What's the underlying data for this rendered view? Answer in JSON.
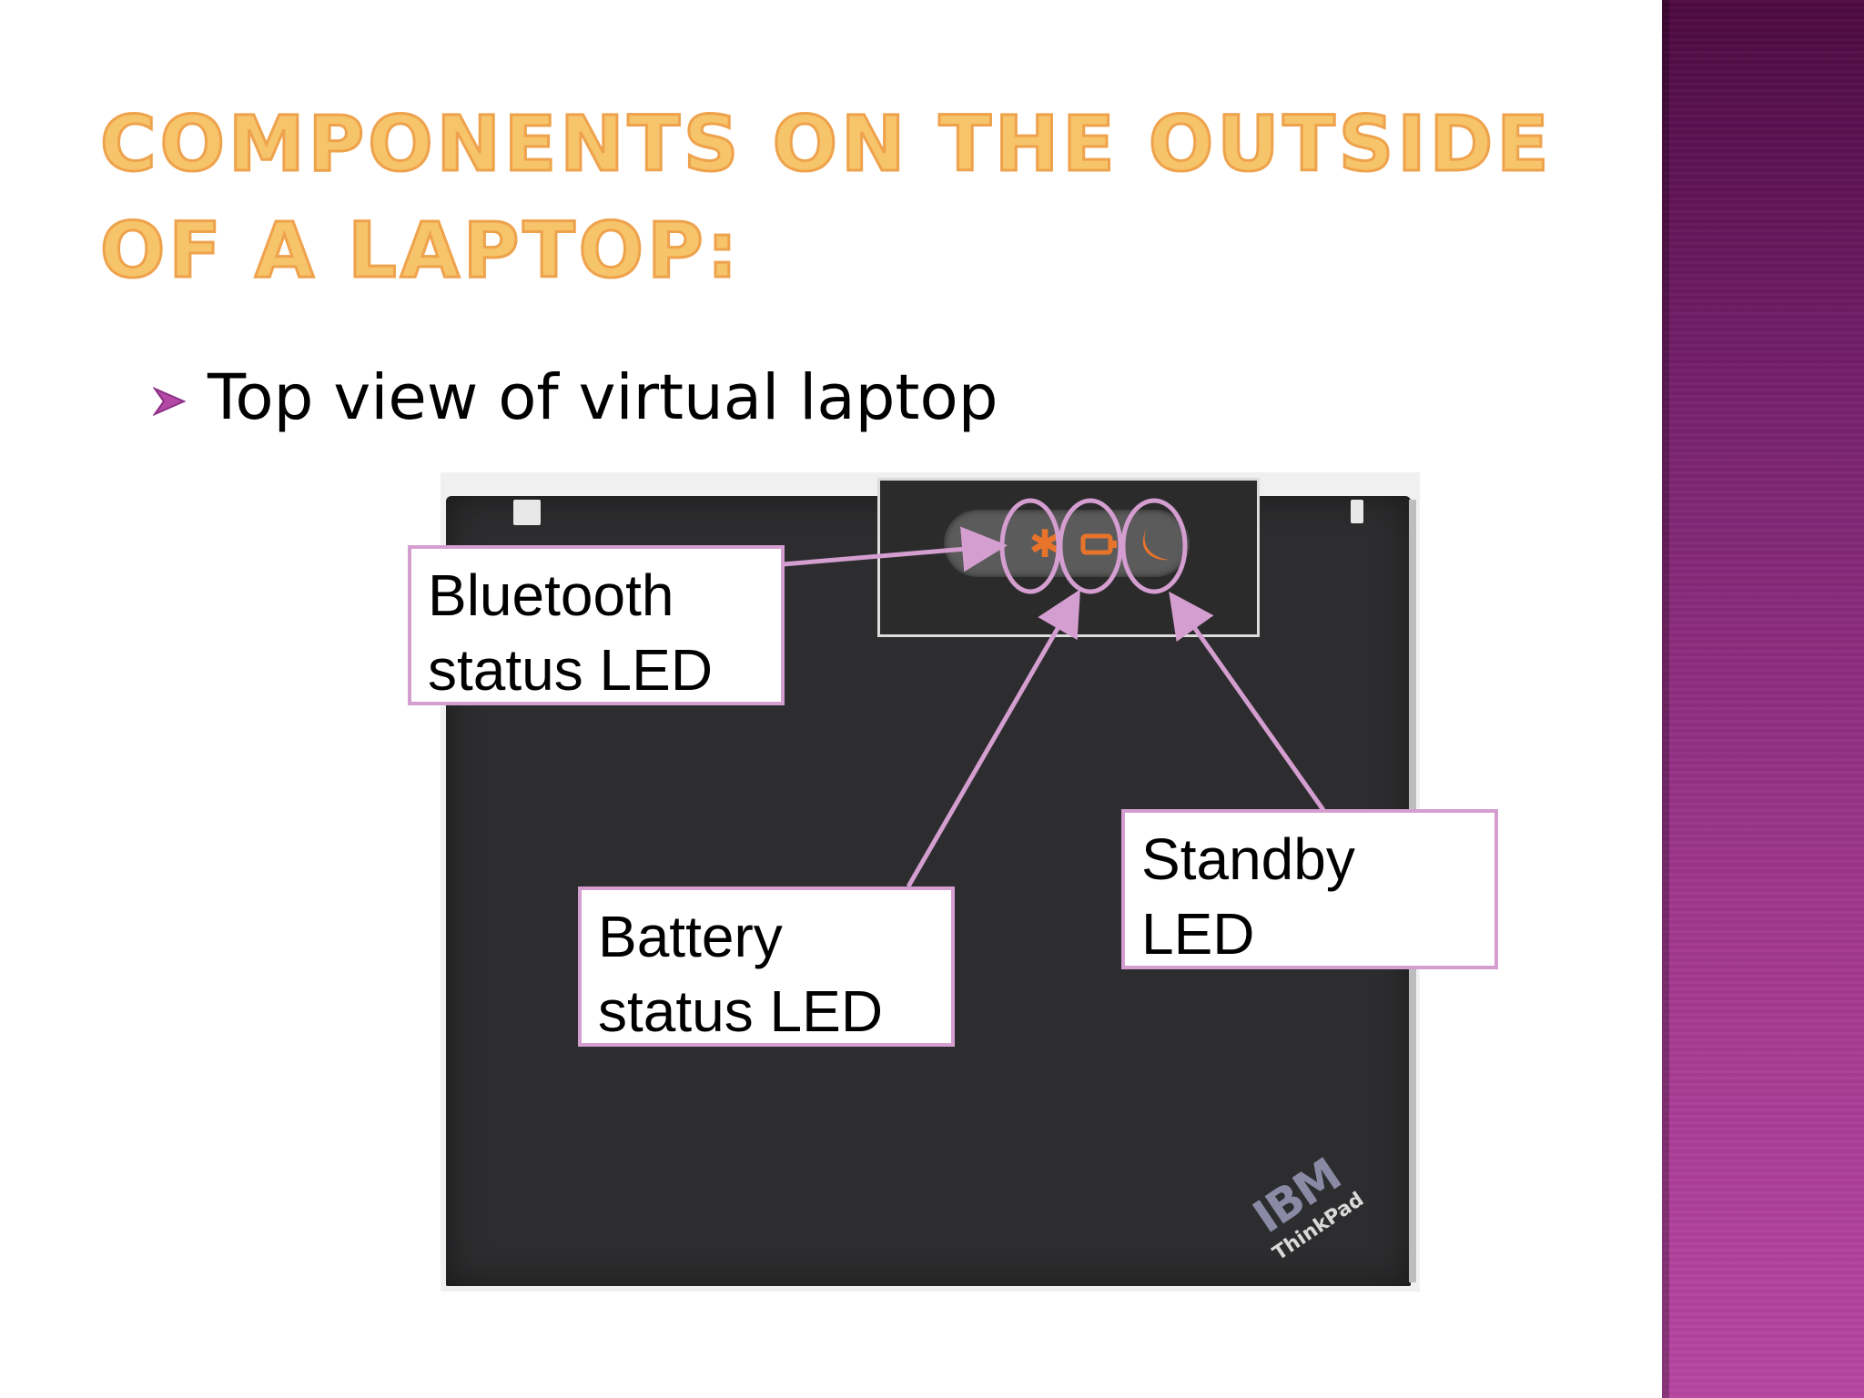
{
  "slide": {
    "title": "Components on the outside of a laptop:",
    "bullet": "Top view of virtual laptop"
  },
  "figure": {
    "callouts": {
      "bluetooth": {
        "line1": "Bluetooth",
        "line2": "status LED"
      },
      "battery": {
        "line1": "Battery",
        "line2": "status LED"
      },
      "standby": {
        "line1": "Standby",
        "line2": "LED"
      }
    },
    "leds": [
      "bluetooth-icon",
      "battery-icon",
      "moon-icon"
    ],
    "logo": {
      "brand": "IBM",
      "model": "ThinkPad"
    }
  },
  "colors": {
    "title": "#f6c46a",
    "callout_border": "#d49ed0",
    "led": "#e8742c",
    "side_bar": "#a1388f"
  }
}
